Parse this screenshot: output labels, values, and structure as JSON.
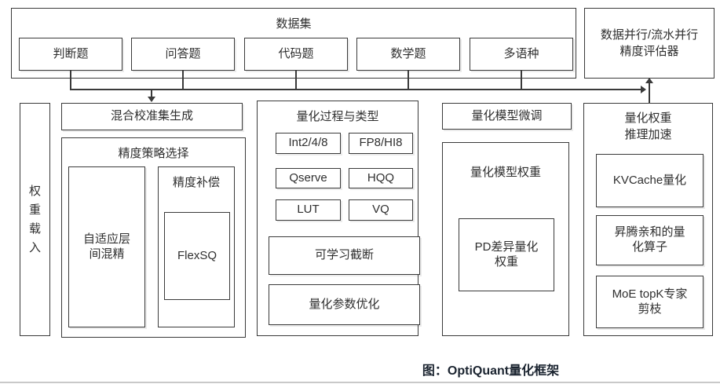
{
  "colors": {
    "box_border": "#3a3a3a",
    "text": "#2f2f2f",
    "caption_text": "#1b2430",
    "connector": "#3a3a3a",
    "bottom_rule": "#c9c9c9",
    "background": "#ffffff"
  },
  "dataset": {
    "title": "数据集",
    "items": [
      "判断题",
      "问答题",
      "代码题",
      "数学题",
      "多语种"
    ]
  },
  "evaluator": {
    "lines": [
      "数据并行/流水并行",
      "精度评估器"
    ]
  },
  "weight_load_label": "权重载入",
  "calibration": {
    "mixed_label": "混合校准集生成",
    "strategy_title": "精度策略选择",
    "adaptive_lines": [
      "自适应层",
      "间混精"
    ],
    "compensation_title": "精度补偿",
    "flexsq_label": "FlexSQ"
  },
  "quantization": {
    "title": "量化过程与类型",
    "methods": [
      "Int2/4/8",
      "FP8/HI8",
      "Qserve",
      "HQQ",
      "LUT",
      "VQ"
    ],
    "learnable_clipping": "可学习截断",
    "param_optimization": "量化参数优化"
  },
  "model": {
    "finetune_label": "量化模型微调",
    "weights_title": "量化模型权重",
    "pd_lines": [
      "PD差异量化",
      "权重"
    ]
  },
  "inference": {
    "title_lines": [
      "量化权重",
      "推理加速"
    ],
    "kvcache_label": "KVCache量化",
    "ascend_lines": [
      "昇腾亲和的量",
      "化算子"
    ],
    "moe_lines": [
      "MoE topK专家",
      "剪枝"
    ]
  },
  "caption": "图：OptiQuant量化框架"
}
